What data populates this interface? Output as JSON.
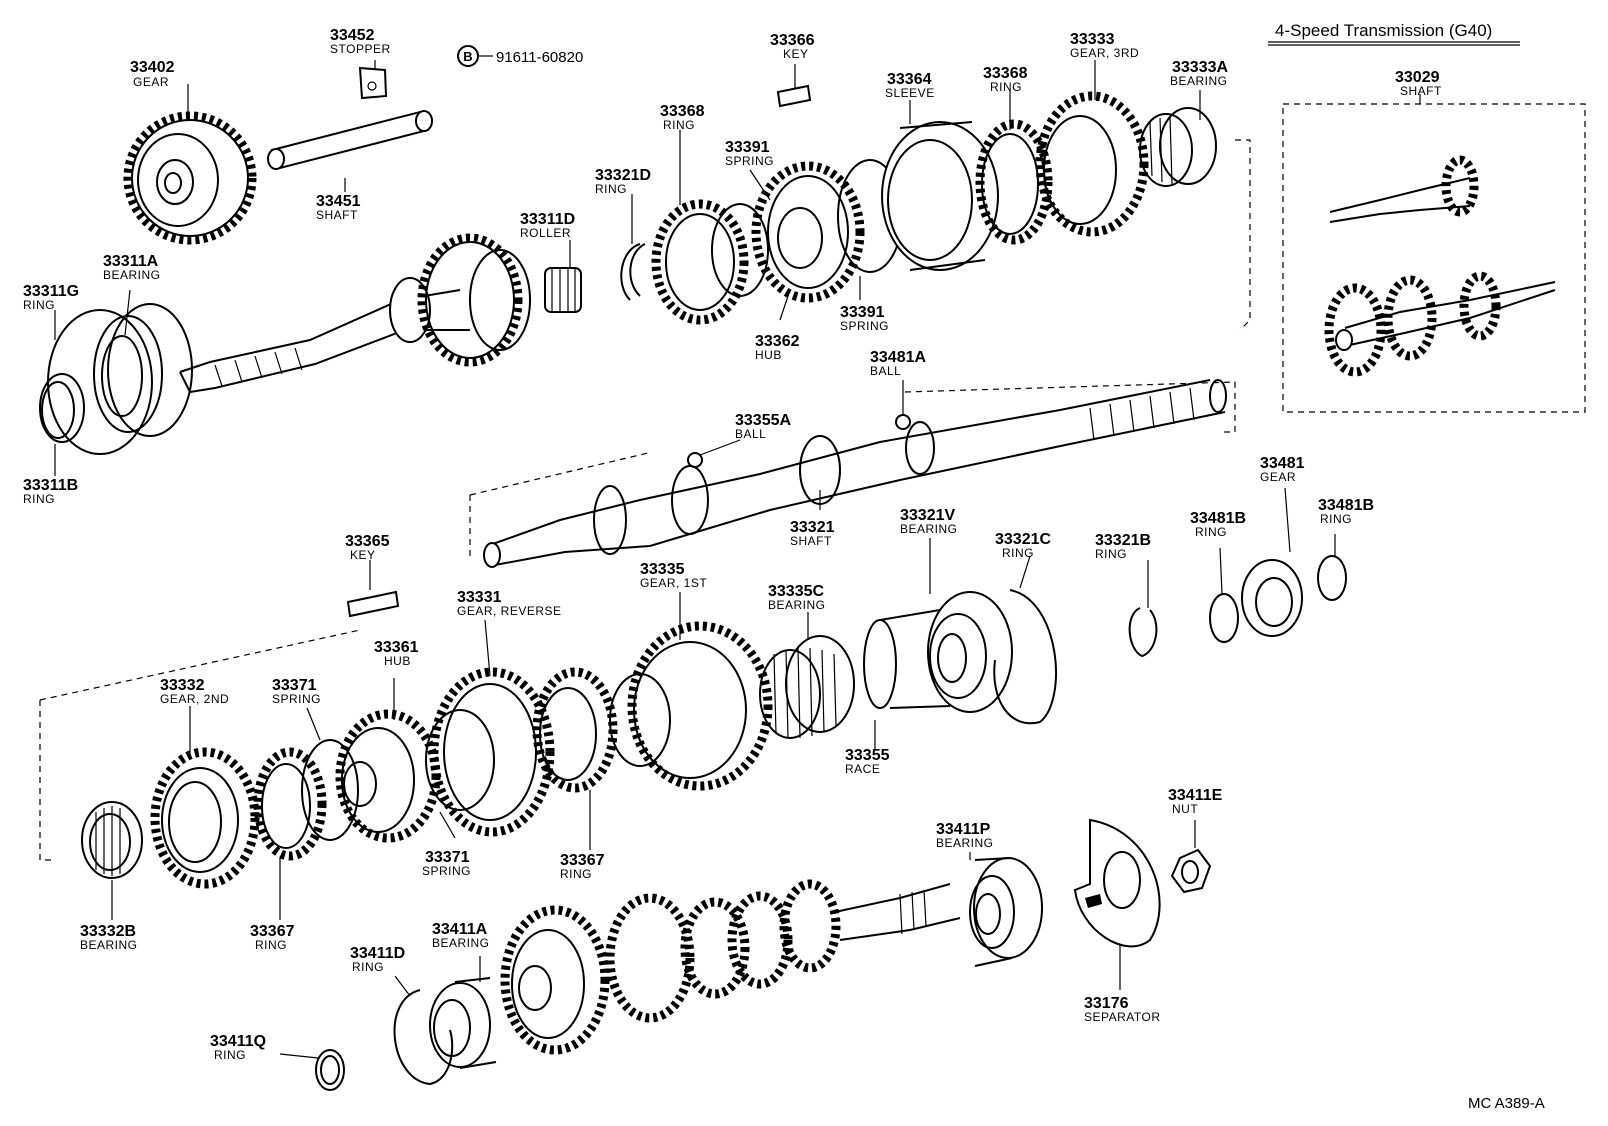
{
  "diagram": {
    "title": "4-Speed Transmission (G40)",
    "drawing_code": "MC  A389-A",
    "bolt_symbol": "B",
    "bolt_part": "91611-60820"
  },
  "parts": [
    {
      "id": "p33452",
      "number": "33452",
      "name": "STOPPER"
    },
    {
      "id": "p33402",
      "number": "33402",
      "name": "GEAR"
    },
    {
      "id": "p33451",
      "number": "33451",
      "name": "SHAFT"
    },
    {
      "id": "p33366",
      "number": "33366",
      "name": "KEY"
    },
    {
      "id": "p33333",
      "number": "33333",
      "name": "GEAR, 3RD"
    },
    {
      "id": "p33333A",
      "number": "33333A",
      "name": "BEARING"
    },
    {
      "id": "p33364",
      "number": "33364",
      "name": "SLEEVE"
    },
    {
      "id": "p33368a",
      "number": "33368",
      "name": "RING"
    },
    {
      "id": "p33368b",
      "number": "33368",
      "name": "RING"
    },
    {
      "id": "p33391a",
      "number": "33391",
      "name": "SPRING"
    },
    {
      "id": "p33321D",
      "number": "33321D",
      "name": "RING"
    },
    {
      "id": "p33311D",
      "number": "33311D",
      "name": "ROLLER"
    },
    {
      "id": "p33311A",
      "number": "33311A",
      "name": "BEARING"
    },
    {
      "id": "p33311G",
      "number": "33311G",
      "name": "RING"
    },
    {
      "id": "p33311B",
      "number": "33311B",
      "name": "RING"
    },
    {
      "id": "p33391b",
      "number": "33391",
      "name": "SPRING"
    },
    {
      "id": "p33362",
      "number": "33362",
      "name": "HUB"
    },
    {
      "id": "p33481A",
      "number": "33481A",
      "name": "BALL"
    },
    {
      "id": "p33355A",
      "number": "33355A",
      "name": "BALL"
    },
    {
      "id": "p33321",
      "number": "33321",
      "name": "SHAFT"
    },
    {
      "id": "p33029",
      "number": "33029",
      "name": "SHAFT"
    },
    {
      "id": "p33481",
      "number": "33481",
      "name": "GEAR"
    },
    {
      "id": "p33481Ba",
      "number": "33481B",
      "name": "RING"
    },
    {
      "id": "p33481Bb",
      "number": "33481B",
      "name": "RING"
    },
    {
      "id": "p33321B",
      "number": "33321B",
      "name": "RING"
    },
    {
      "id": "p33321C",
      "number": "33321C",
      "name": "RING"
    },
    {
      "id": "p33321V",
      "number": "33321V",
      "name": "BEARING"
    },
    {
      "id": "p33365",
      "number": "33365",
      "name": "KEY"
    },
    {
      "id": "p33335",
      "number": "33335",
      "name": "GEAR, 1ST"
    },
    {
      "id": "p33331",
      "number": "33331",
      "name": "GEAR, REVERSE"
    },
    {
      "id": "p33335C",
      "number": "33335C",
      "name": "BEARING"
    },
    {
      "id": "p33361",
      "number": "33361",
      "name": "HUB"
    },
    {
      "id": "p33332",
      "number": "33332",
      "name": "GEAR, 2ND"
    },
    {
      "id": "p33371a",
      "number": "33371",
      "name": "SPRING"
    },
    {
      "id": "p33355",
      "number": "33355",
      "name": "RACE"
    },
    {
      "id": "p33367a",
      "number": "33367",
      "name": "RING"
    },
    {
      "id": "p33371b",
      "number": "33371",
      "name": "SPRING"
    },
    {
      "id": "p33332B",
      "number": "33332B",
      "name": "BEARING"
    },
    {
      "id": "p33367b",
      "number": "33367",
      "name": "RING"
    },
    {
      "id": "p33411E",
      "number": "33411E",
      "name": "NUT"
    },
    {
      "id": "p33411P",
      "number": "33411P",
      "name": "BEARING"
    },
    {
      "id": "p33411A",
      "number": "33411A",
      "name": "BEARING"
    },
    {
      "id": "p33411D",
      "number": "33411D",
      "name": "RING"
    },
    {
      "id": "p33176",
      "number": "33176",
      "name": "SEPARATOR"
    },
    {
      "id": "p33411Q",
      "number": "33411Q",
      "name": "RING"
    }
  ]
}
